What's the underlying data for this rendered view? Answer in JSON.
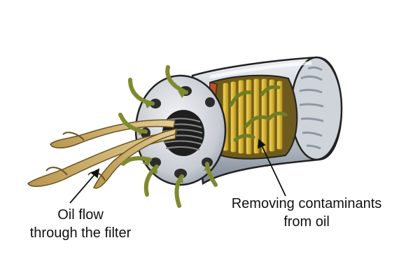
{
  "labels": {
    "oil_flow_line1": "Oil flow",
    "oil_flow_line2": "through the filter",
    "removing_line1": "Removing contaminants",
    "removing_line2": "from oil"
  },
  "colors": {
    "canister_body": "#c9ced6",
    "canister_shadow": "#8f97a3",
    "end_plate": "#d8dbe0",
    "thread": "#3a3a3a",
    "filter_media": "#d9b83a",
    "filter_media_dark": "#a8861e",
    "gasket": "#b5532f",
    "oil_stream": "#c9ac6a",
    "oil_arrow": "#7f8a2e",
    "leader_line": "#111111"
  }
}
